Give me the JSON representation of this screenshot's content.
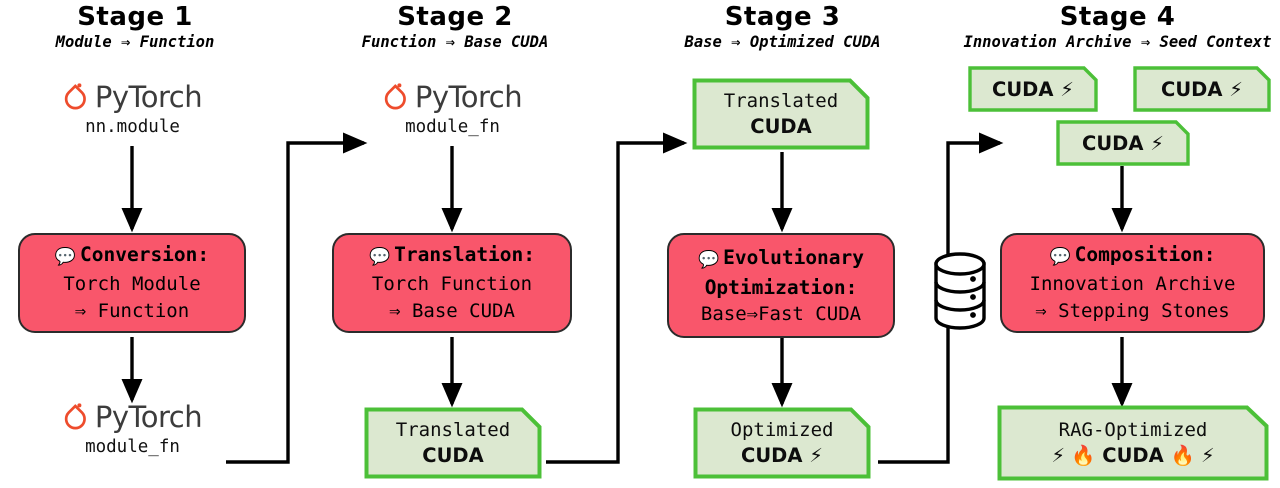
{
  "diagram": {
    "title": "Four-stage CUDA kernel evolution pipeline",
    "colors": {
      "pink": "#F9566B",
      "green_fill": "#DCE8D0",
      "green_border": "#4CC038",
      "pytorch_orange": "#EE4C2C",
      "outline": "#2b2b2b"
    }
  },
  "stages": [
    {
      "title": "Stage 1",
      "subtitle": "Module ⇒ Function",
      "top": {
        "logo": "pytorch-logo",
        "brand": "PyTorch",
        "caption": "nn.module"
      },
      "llm": {
        "icon": "💬",
        "heading": "Conversion",
        "heading_suffix": ":",
        "lines": [
          "Torch Module",
          "⇒ Function"
        ]
      },
      "bottom": {
        "logo": "pytorch-logo",
        "brand": "PyTorch",
        "caption": "module_fn"
      }
    },
    {
      "title": "Stage 2",
      "subtitle": "Function ⇒ Base CUDA",
      "top": {
        "logo": "pytorch-logo",
        "brand": "PyTorch",
        "caption": "module_fn"
      },
      "llm": {
        "icon": "💬",
        "heading": "Translation",
        "heading_suffix": ":",
        "lines": [
          "Torch Function",
          "⇒ Base CUDA"
        ]
      },
      "bottom_note": {
        "line1": "Translated",
        "line2": "CUDA"
      }
    },
    {
      "title": "Stage 3",
      "subtitle": "Base ⇒ Optimized CUDA",
      "top_note": {
        "line1": "Translated",
        "line2": "CUDA"
      },
      "llm": {
        "icon": "💬",
        "heading": "Evolutionary",
        "heading2": "Optimization:",
        "lines": [
          "Base⇒Fast CUDA"
        ]
      },
      "bottom_note": {
        "line1": "Optimized",
        "line2": "CUDA",
        "emoji": "⚡"
      }
    },
    {
      "title": "Stage 4",
      "subtitle": "Innovation Archive ⇒ Seed Context",
      "archive_cards": [
        {
          "label": "CUDA",
          "emoji": "⚡"
        },
        {
          "label": "CUDA",
          "emoji": "⚡"
        },
        {
          "label": "CUDA",
          "emoji": "⚡"
        }
      ],
      "llm": {
        "icon": "💬",
        "heading": "Composition",
        "heading_suffix": ":",
        "lines": [
          "Innovation Archive",
          "⇒ Stepping Stones"
        ]
      },
      "bottom_note": {
        "line1": "RAG-Optimized",
        "line2_prefix": "⚡ 🔥",
        "line2": "CUDA",
        "line2_suffix": "🔥 ⚡"
      }
    }
  ],
  "database": {
    "name": "innovation-archive-database",
    "disks": 3
  }
}
